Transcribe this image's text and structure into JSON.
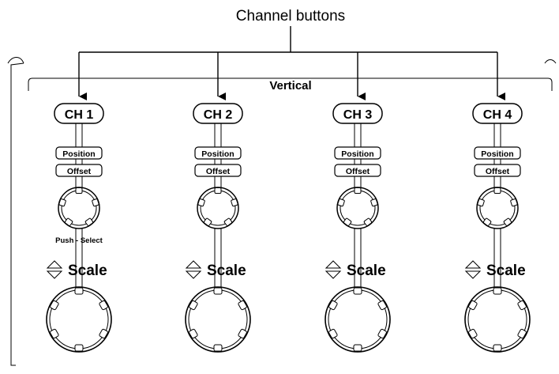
{
  "callout_label": "Channel buttons",
  "section_label": "Vertical",
  "push_select_label": "Push - Select",
  "channels": [
    {
      "button": "CH 1",
      "position": "Position",
      "offset": "Offset",
      "scale": "Scale"
    },
    {
      "button": "CH 2",
      "position": "Position",
      "offset": "Offset",
      "scale": "Scale"
    },
    {
      "button": "CH 3",
      "position": "Position",
      "offset": "Offset",
      "scale": "Scale"
    },
    {
      "button": "CH 4",
      "position": "Position",
      "offset": "Offset",
      "scale": "Scale"
    }
  ]
}
